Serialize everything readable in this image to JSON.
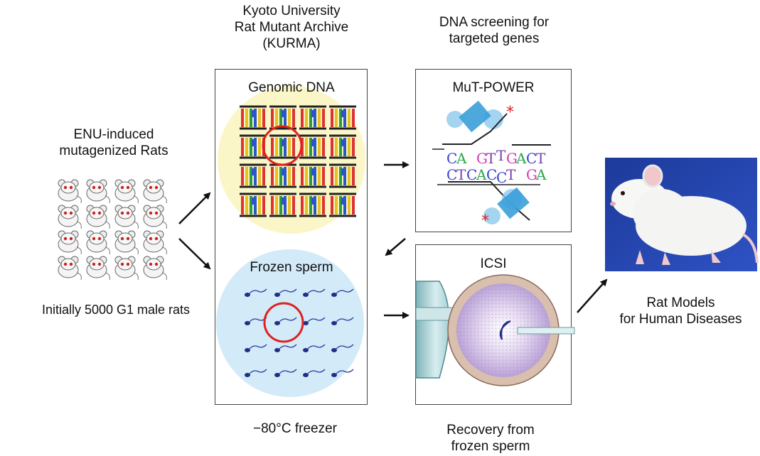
{
  "labels": {
    "kurma_title": "Kyoto University\nRat Mutant Archive\n(KURMA)",
    "screening_title": "DNA screening for\ntargeted genes",
    "enu_title": "ENU-induced\nmutagenized Rats",
    "initial_rats": "Initially 5000 G1 male rats",
    "genomic_dna": "Genomic DNA",
    "frozen_sperm": "Frozen sperm",
    "freezer": "−80°C freezer",
    "mut_power": "MuT-POWER",
    "icsi": "ICSI",
    "recovery": "Recovery from\nfrozen sperm",
    "rat_models": "Rat Models\nfor Human Diseases"
  },
  "sequence": {
    "top": [
      "C",
      "A",
      " ",
      "G",
      "T",
      "T",
      "G",
      "A",
      "C",
      "T"
    ],
    "bottom": [
      "C",
      "T",
      "C",
      "A",
      "C",
      "C",
      "T",
      " ",
      "G",
      "A"
    ]
  },
  "colors": {
    "A": "#2aa84a",
    "C": "#3a3fd0",
    "G": "#d23bb0",
    "T": "#7a3fb0",
    "dna_circle": "#fbf6c8",
    "sperm_circle": "#d3eaf8",
    "highlight": "#e02020"
  },
  "icons": [
    "rat-icon",
    "dna-icon",
    "sperm-icon",
    "pipette-icon",
    "egg-icon",
    "rat-photo"
  ]
}
